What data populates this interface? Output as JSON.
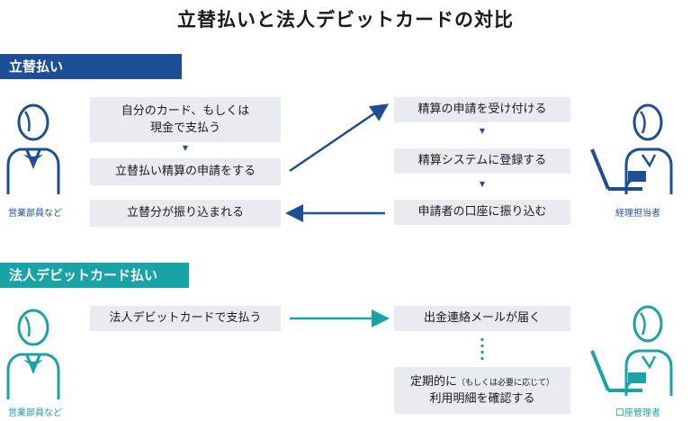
{
  "title": "立替払いと法人デビットカードの対比",
  "colors": {
    "blue": "#1d4f97",
    "teal": "#1aa3a6",
    "box": "#e9ebf0"
  },
  "section1": {
    "heading": "立替払い",
    "left_person": {
      "icon": "salesperson-icon",
      "caption": "営業部員など"
    },
    "right_person": {
      "icon": "accountant-laptop-icon",
      "caption": "経理担当者"
    },
    "left_box1_line1": "自分のカード、もしくは",
    "left_box1_line2": "現金で支払う",
    "left_box2": "立替払い精算の申請をする",
    "left_box3": "立替分が振り込まれる",
    "right_box1": "精算の申請を受け付ける",
    "right_box2": "精算システムに登録する",
    "right_box3": "申請者の口座に振り込む",
    "step_marker": "▼"
  },
  "section2": {
    "heading": "法人デビットカード払い",
    "left_person": {
      "icon": "salesperson-icon",
      "caption": "営業部員など"
    },
    "right_person": {
      "icon": "account-manager-laptop-icon",
      "caption": "口座管理者"
    },
    "left_box1": "法人デビットカードで支払う",
    "right_box1": "出金連絡メールが届く",
    "right_box2_prefix": "定期的に",
    "right_box2_note": "（もしくは必要に応じて）",
    "right_box2_line2": "利用明細を確認する"
  }
}
